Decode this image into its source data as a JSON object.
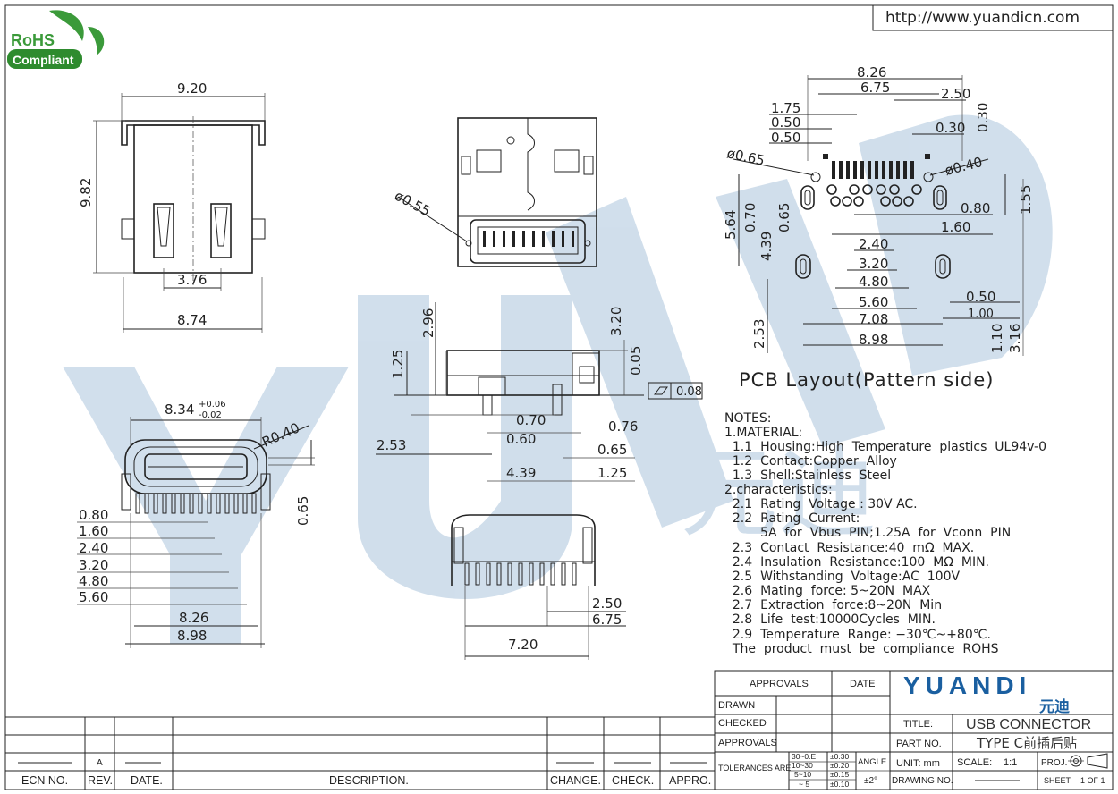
{
  "header": {
    "url": "http://www.yuandicn.com",
    "rohs_top": "RoHS",
    "rohs_bottom": "Compliant"
  },
  "watermark": {
    "latin": "YUANDI",
    "cjk": "元迪"
  },
  "front_view": {
    "width_top": "9.20",
    "height": "9.82",
    "inner_width": "3.76",
    "width_bottom": "8.74"
  },
  "top_view": {
    "hole": "ø0.55"
  },
  "side_view": {
    "d_296": "2.96",
    "d_320": "3.20",
    "d_125": "1.25",
    "d_005": "0.05",
    "flatness": "0.08",
    "d_253": "2.53",
    "d_070": "0.70",
    "d_060": "0.60",
    "d_076": "0.76",
    "d_065": "0.65",
    "d_439": "4.39",
    "d_125b": "1.25"
  },
  "front_detail": {
    "width_main": "8.34",
    "tol_plus": "+0.06",
    "tol_minus": "-0.02",
    "radius": "R0.40",
    "d_065": "0.65",
    "pitches": [
      "0.80",
      "1.60",
      "2.40",
      "3.20",
      "4.80",
      "5.60"
    ],
    "d_826": "8.26",
    "d_898": "8.98"
  },
  "bottom_view": {
    "d_250": "2.50",
    "d_675": "6.75",
    "d_720": "7.20"
  },
  "pcb": {
    "title": "PCB Layout(Pattern side)",
    "top_dims": [
      "8.26",
      "6.75",
      "1.75",
      "0.50",
      "0.50",
      "2.50",
      "0.30",
      "0.30"
    ],
    "d_065": "ø0.65",
    "d_040": "ø0.40",
    "d_155": "1.55",
    "d_564": "5.64",
    "d_070": "0.70",
    "d_439": "4.39",
    "d_065v": "0.65",
    "d_080": "0.80",
    "d_160": "1.60",
    "inner": [
      "2.40",
      "3.20",
      "4.80",
      "5.60",
      "7.08",
      "8.98"
    ],
    "d_050": "0.50",
    "d_100": "1.00",
    "d_253": "2.53",
    "d_110": "1.10",
    "d_316": "3.16"
  },
  "notes": [
    "NOTES:",
    "1.MATERIAL:",
    "  1.1  Housing:High  Temperature  plastics  UL94v-0",
    "  1.2  Contact:Copper  Alloy",
    "  1.3  Shell:Stainless  Steel",
    "2.characteristics:",
    "  2.1  Rating  Voltage : 30V AC.",
    "  2.2  Rating  Current:",
    "         5A  for  Vbus  PIN;1.25A  for  Vconn  PIN",
    "  2.3  Contact  Resistance:40  mΩ  MAX.",
    "  2.4  Insulation  Resistance:100  MΩ  MIN.",
    "  2.5  Withstanding  Voltage:AC  100V",
    "  2.6  Mating  force: 5~20N  MAX",
    "  2.7  Extraction  force:8~20N  Min",
    "  2.8  Life  test:10000Cycles  MIN.",
    "  2.9  Temperature  Range: −30℃~+80℃.",
    "  The  product  must  be  compliance  ROHS"
  ],
  "title_block": {
    "approvals": "APPROVALS",
    "date": "DATE",
    "drawn": "DRAWN",
    "checked": "CHECKED",
    "approvals2": "APPROVALS",
    "tolerances": "TOLERANCES ARE",
    "tol_rows": [
      [
        "30~0.E",
        "±0.30"
      ],
      [
        "10~30",
        "±0.20"
      ],
      [
        "5~10",
        "±0.15"
      ],
      [
        "~ 5",
        "±0.10"
      ]
    ],
    "angle": "ANGLE",
    "angle_val": "±2°",
    "company": "YUANDI",
    "company_cn": "元迪",
    "title_label": "TITLE:",
    "title_value": "USB CONNECTOR",
    "part_label": "PART  NO.",
    "part_value": "TYPE C前插后贴",
    "unit": "UNIT:  mm",
    "scale_label": "SCALE:",
    "scale_value": "1:1",
    "proj": "PROJ.",
    "drawing_no": "DRAWING  NO.",
    "sheet": "SHEET",
    "sheet_value": "1  OF  1",
    "rev_value": "A",
    "bottom_cols": [
      "ECN  NO.",
      "REV.",
      "DATE.",
      "DESCRIPTION.",
      "CHANGE.",
      "CHECK.",
      "APPRO."
    ]
  }
}
